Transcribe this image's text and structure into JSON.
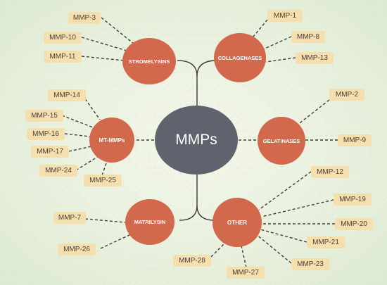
{
  "center": "MMPs",
  "groups": {
    "stromelysins": {
      "label": "STROMELYSINS",
      "members": [
        "MMP-3",
        "MMP-10",
        "MMP-11"
      ]
    },
    "collagenases": {
      "label": "COLLAGENASES",
      "members": [
        "MMP-1",
        "MMP-8",
        "MMP-13"
      ]
    },
    "mt_mmps": {
      "label": "MT-MMPs",
      "members": [
        "MMP-14",
        "MMP-15",
        "MMP-16",
        "MMP-17",
        "MMP-24",
        "MMP-25"
      ]
    },
    "gelatinases": {
      "label": "GELATINASES",
      "members": [
        "MMP-2",
        "MMP-9"
      ]
    },
    "matrilysin": {
      "label": "MATRILYSIN",
      "members": [
        "MMP-7",
        "MMP-26"
      ]
    },
    "other": {
      "label": "OTHER",
      "members": [
        "MMP-12",
        "MMP-19",
        "MMP-20",
        "MMP-21",
        "MMP-23",
        "MMP-27",
        "MMP-28"
      ]
    }
  },
  "colors": {
    "group_node": "#d2694d",
    "center_node": "#5f636e",
    "member_tag": "#f6dfae",
    "connector": "#3b3b3b"
  }
}
